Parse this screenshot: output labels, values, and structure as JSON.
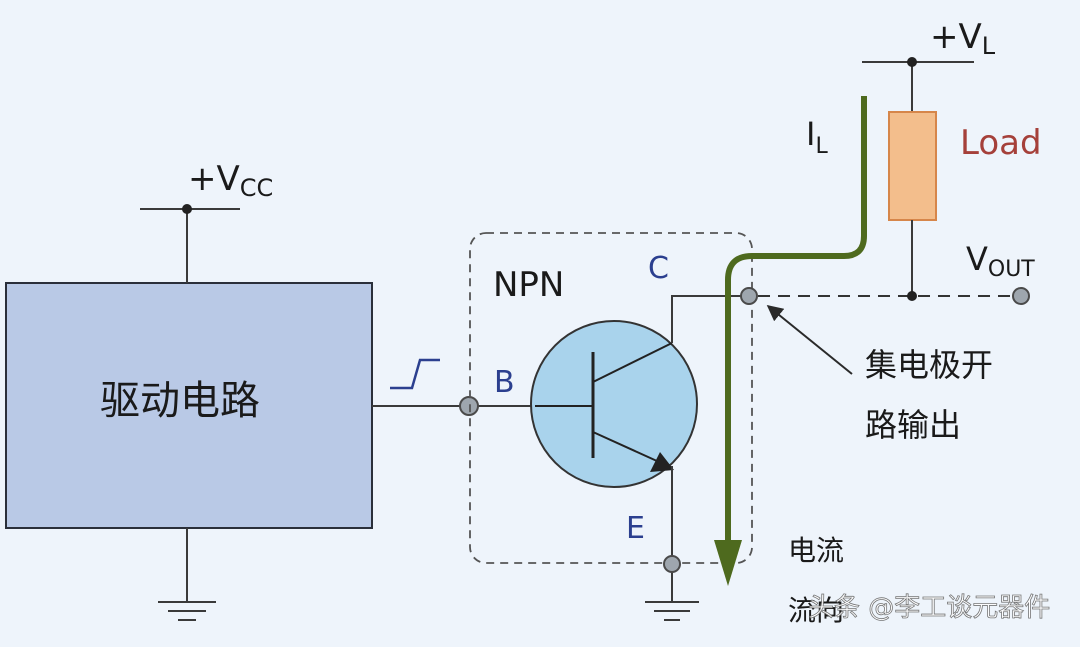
{
  "colors": {
    "background": "#eef4fb",
    "wire": "#3a3a3a",
    "block_fill": "#b9c9e6",
    "block_border": "#2a2f3a",
    "transistor_fill": "#a9d3ec",
    "load_fill": "#f3be8c",
    "load_border": "#d6864a",
    "load_text": "#a5403a",
    "current_arrow": "#4e6a1e",
    "node_fill": "#9ea6ae",
    "label_blue": "#2b3f8f"
  },
  "labels": {
    "vcc": "+V",
    "vcc_sub": "CC",
    "vl": "+V",
    "vl_sub": "L",
    "il": "I",
    "il_sub": "L",
    "load": "Load",
    "vout": "V",
    "vout_sub": "OUT",
    "driver": "驱动电路",
    "npn": "NPN",
    "base": "B",
    "collector": "C",
    "emitter": "E",
    "oc_line1": "集电极开",
    "oc_line2": "路输出",
    "flow_line1": "电流",
    "flow_line2": "流向",
    "watermark": "头条 @李工谈元器件"
  },
  "icons": {
    "ground": "ground-icon",
    "node": "node-dot-icon",
    "step_signal": "step-signal-icon",
    "watermark": "toutiao-logo-icon"
  }
}
